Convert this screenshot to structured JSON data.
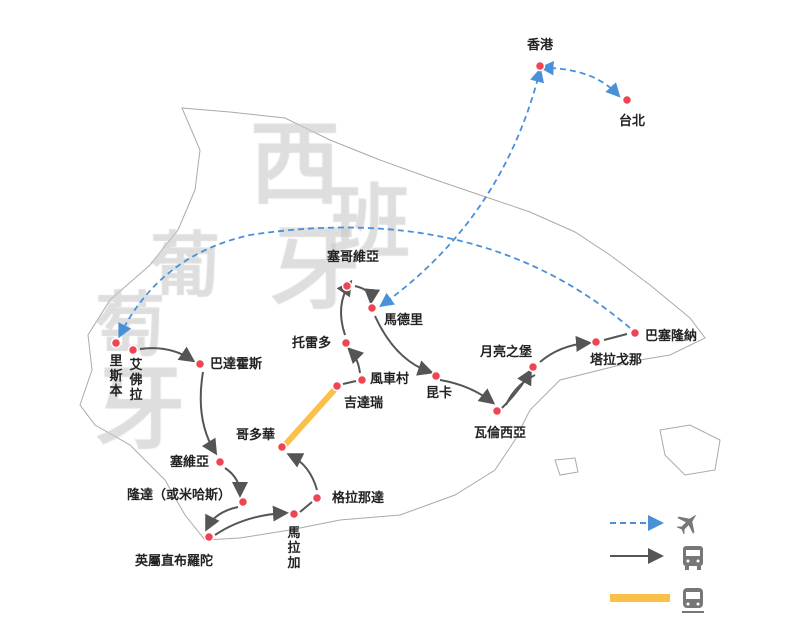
{
  "watermarks": {
    "spain": [
      "西",
      "班",
      "牙"
    ],
    "portugal": [
      "葡",
      "萄",
      "牙"
    ]
  },
  "cities": [
    {
      "id": "hongkong",
      "name": "香港"
    },
    {
      "id": "taipei",
      "name": "台北"
    },
    {
      "id": "segovia",
      "name": "塞哥維亞"
    },
    {
      "id": "madrid",
      "name": "馬德里"
    },
    {
      "id": "toledo",
      "name": "托雷多"
    },
    {
      "id": "windmill",
      "name": "風車村"
    },
    {
      "id": "ciudadreal",
      "name": "吉達瑞"
    },
    {
      "id": "cuenca",
      "name": "昆卡"
    },
    {
      "id": "valencia",
      "name": "瓦倫西亞"
    },
    {
      "id": "moon",
      "name": "月亮之堡"
    },
    {
      "id": "tarragona",
      "name": "塔拉戈那"
    },
    {
      "id": "barcelona",
      "name": "巴塞隆納"
    },
    {
      "id": "lisbon",
      "name": "里斯本"
    },
    {
      "id": "evora",
      "name": "艾佛拉"
    },
    {
      "id": "badajoz",
      "name": "巴達霍斯"
    },
    {
      "id": "seville",
      "name": "塞維亞"
    },
    {
      "id": "ronda",
      "name": "隆達（或米哈斯）"
    },
    {
      "id": "gibraltar",
      "name": "英屬直布羅陀"
    },
    {
      "id": "malaga",
      "name": "馬拉加"
    },
    {
      "id": "granada",
      "name": "格拉那達"
    },
    {
      "id": "cordoba",
      "name": "哥多華"
    }
  ],
  "legend": [
    {
      "type": "flight",
      "icon": "airplane-icon",
      "color": "#4a90d9"
    },
    {
      "type": "bus",
      "icon": "bus-icon",
      "color": "#555555"
    },
    {
      "type": "train",
      "icon": "train-icon",
      "color": "#f9c04a"
    }
  ]
}
